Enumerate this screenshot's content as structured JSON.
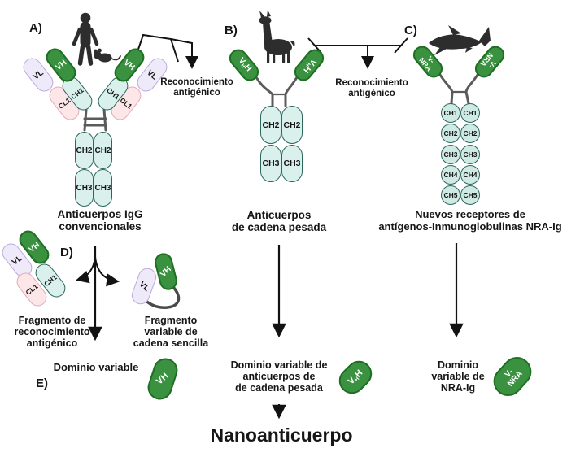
{
  "colors": {
    "domain_green": "#3a9140",
    "domain_green_border": "#1e6e23",
    "domain_teal_fill": "#daf0ec",
    "domain_teal_border": "#2e675c",
    "domain_lavender_fill": "#efeafa",
    "domain_lavender_border": "#bda9dc",
    "domain_pink_fill": "#fce6e8",
    "domain_pink_border": "#e3aab8",
    "connector_gray": "#5b5b5b",
    "silhouette_dark": "#2d2d2d",
    "text_black": "#161616"
  },
  "panel_labels": {
    "a": "A)",
    "b": "B)",
    "c": "C)",
    "d": "D)",
    "e": "E)"
  },
  "domains": {
    "vh": "VH",
    "vl": "VL",
    "cl1": "CL1",
    "ch1": "CH1",
    "ch2": "CH2",
    "ch3": "CH3",
    "ch4": "CH4",
    "ch5": "CH5",
    "vhh": {
      "v": "V",
      "h_sub": "H",
      "h": "H"
    },
    "vnra": {
      "line1": "V-",
      "line2": "NRA"
    }
  },
  "captions": {
    "igg": {
      "line1": "Anticuerpos IgG",
      "line2": "convencionales"
    },
    "heavy_chain": {
      "line1": "Anticuerpos",
      "line2": "de cadena pesada"
    },
    "nra": {
      "line1": "Nuevos receptores de",
      "line2": "antígenos-Inmunoglobulinas NRA-Ig"
    }
  },
  "annotations": {
    "antigen_recognition": {
      "line1": "Reconocimiento",
      "line2": "antigénico"
    },
    "fab_fragment": {
      "line1": "Fragmento de",
      "line2": "reconocimiento",
      "line3": "antigénico"
    },
    "scfv_fragment": {
      "line1": "Fragmento",
      "line2": "variable de",
      "line3": "cadena sencilla"
    },
    "variable_domain": "Dominio variable",
    "vhh_domain": {
      "line1": "Dominio variable de",
      "line2": "anticuerpos de",
      "line3": "de cadena pesada"
    },
    "nra_domain": {
      "line1": "Dominio",
      "line2": "variable de",
      "line3": "NRA-Ig"
    },
    "nanobody": "Nanoanticuerpo"
  }
}
